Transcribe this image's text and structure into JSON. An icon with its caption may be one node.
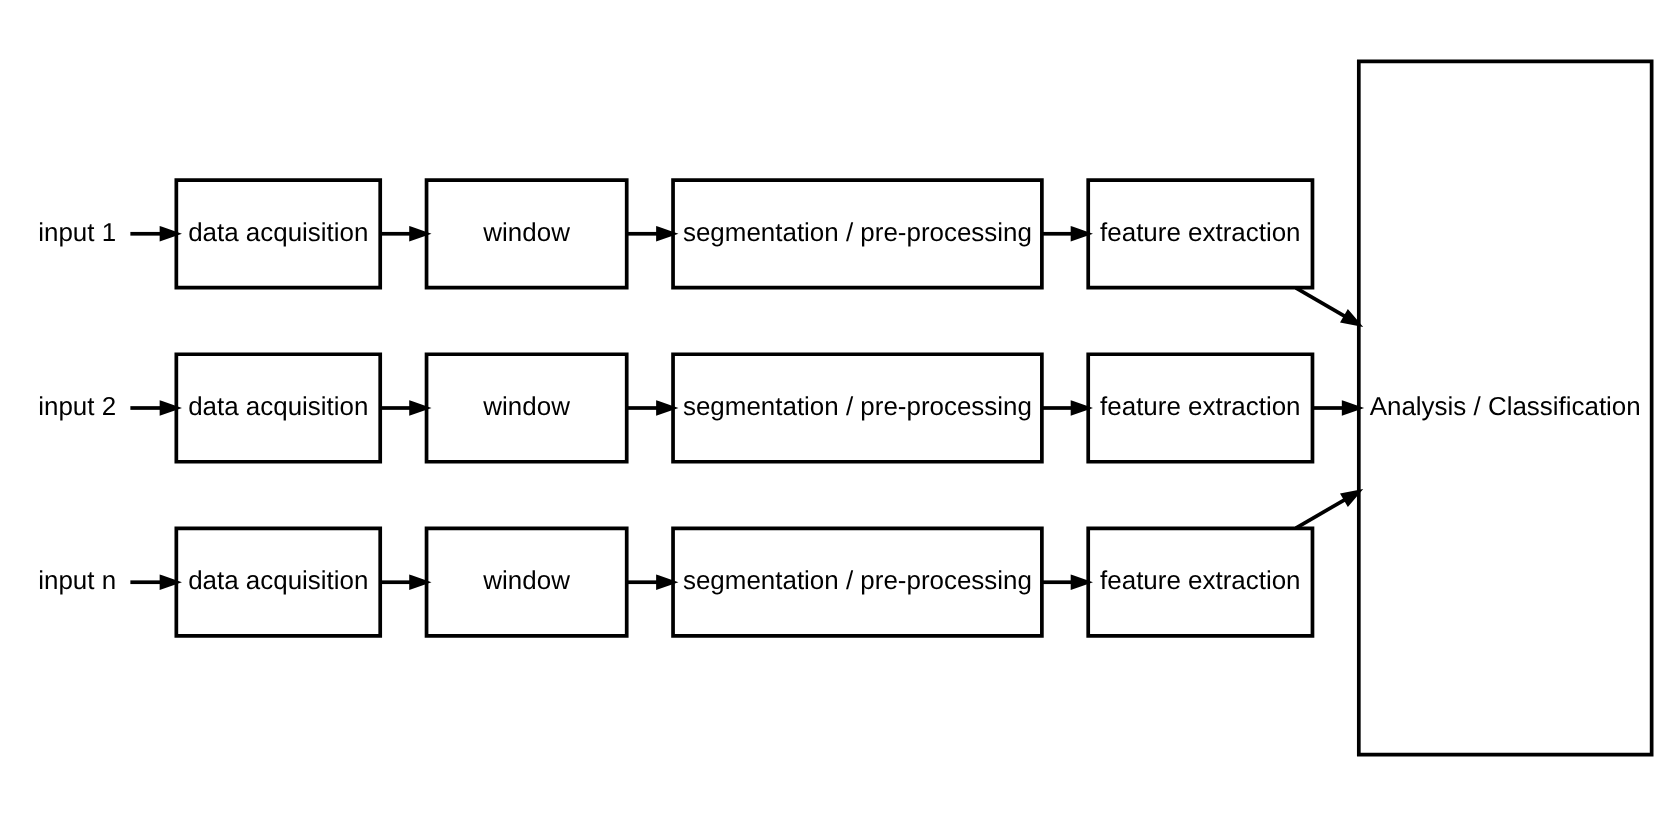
{
  "diagram": {
    "nodes": [
      {
        "text": [
          "input 1"
        ]
      },
      {
        "text": [
          "data acquisition"
        ]
      },
      {
        "text": [
          "window"
        ]
      },
      {
        "text": [
          "segmentation / pre-processing"
        ]
      },
      {
        "text": [
          "feature extraction"
        ]
      },
      {
        "text": [
          "input 2"
        ]
      },
      {
        "text": [
          "data acquisition"
        ]
      },
      {
        "text": [
          "window"
        ]
      },
      {
        "text": [
          "segmentation / pre-processing"
        ]
      },
      {
        "text": [
          "feature extraction"
        ]
      },
      {
        "text": [
          "input n"
        ]
      },
      {
        "text": [
          "data acquisition"
        ]
      },
      {
        "text": [
          "window"
        ]
      },
      {
        "text": [
          "segmentation / pre-processing"
        ]
      },
      {
        "text": [
          "feature extraction"
        ]
      },
      {
        "text": [
          "Analysis / Classification"
        ]
      }
    ],
    "edges": [
      {
        "from": 0,
        "to": 1,
        "arrow": "to"
      },
      {
        "from": 1,
        "to": 2,
        "arrow": "to"
      },
      {
        "from": 2,
        "to": 3,
        "arrow": "to"
      },
      {
        "from": 3,
        "to": 4,
        "arrow": "to"
      },
      {
        "from": 4,
        "to": 15,
        "arrow": "to"
      },
      {
        "from": 5,
        "to": 6,
        "arrow": "to"
      },
      {
        "from": 6,
        "to": 7,
        "arrow": "to"
      },
      {
        "from": 7,
        "to": 8,
        "arrow": "to"
      },
      {
        "from": 8,
        "to": 9,
        "arrow": "to"
      },
      {
        "from": 9,
        "to": 15,
        "arrow": "to"
      },
      {
        "from": 10,
        "to": 11,
        "arrow": "to"
      },
      {
        "from": 11,
        "to": 12,
        "arrow": "to"
      },
      {
        "from": 12,
        "to": 13,
        "arrow": "to"
      },
      {
        "from": 13,
        "to": 14,
        "arrow": "to"
      },
      {
        "from": 14,
        "to": 15,
        "arrow": "to"
      }
    ]
  }
}
